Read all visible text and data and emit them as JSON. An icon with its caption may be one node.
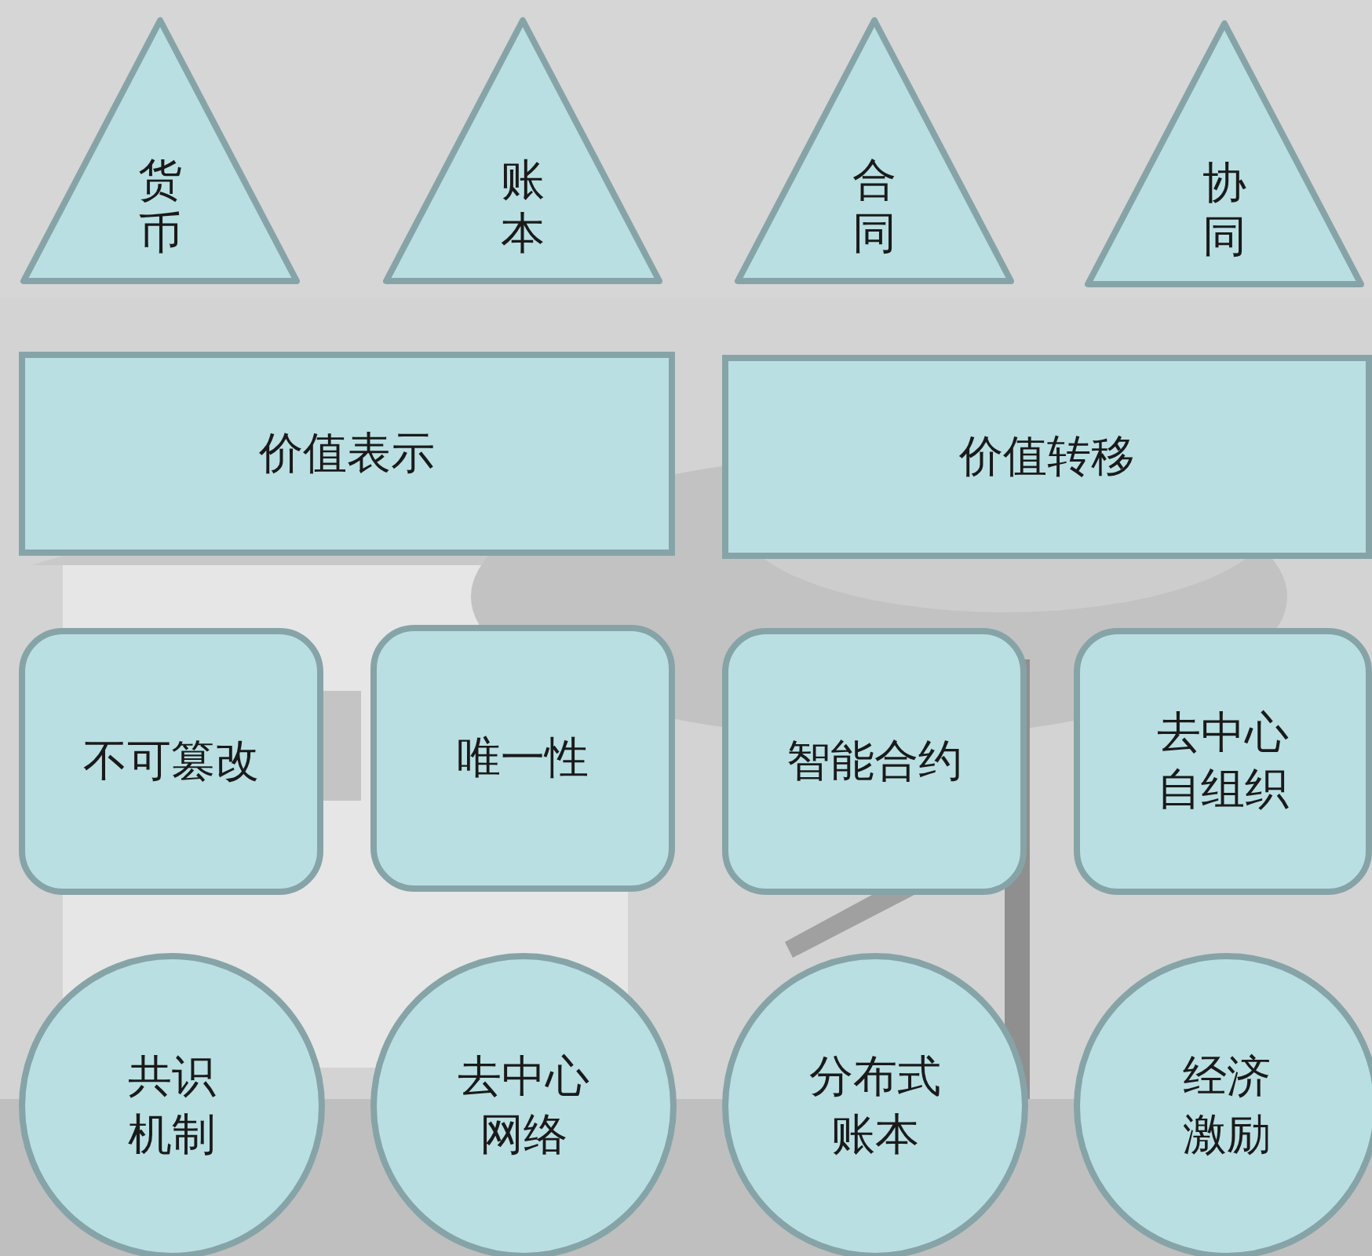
{
  "diagram": {
    "nodes": [
      {
        "text": [
          "货币"
        ]
      },
      {
        "text": [
          "账本"
        ]
      },
      {
        "text": [
          "合同"
        ]
      },
      {
        "text": [
          "协同"
        ]
      },
      {
        "text": [
          "价值表示"
        ]
      },
      {
        "text": [
          "价值转移"
        ]
      },
      {
        "text": [
          "不可篡改"
        ]
      },
      {
        "text": [
          "唯一性"
        ]
      },
      {
        "text": [
          "智能合约"
        ]
      },
      {
        "text": [
          "去中心自组织"
        ]
      },
      {
        "text": [
          "共识机制"
        ]
      },
      {
        "text": [
          "去中心网络"
        ]
      },
      {
        "text": [
          "分布式账本"
        ]
      },
      {
        "text": [
          "经济激励"
        ]
      }
    ]
  }
}
